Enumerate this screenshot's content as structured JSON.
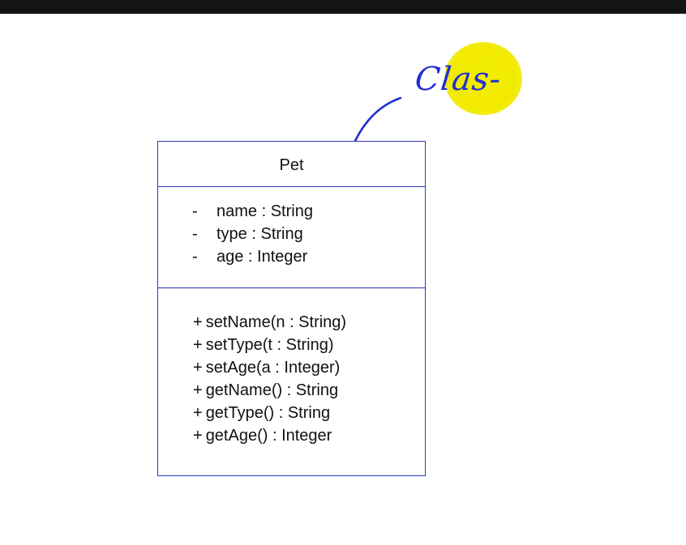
{
  "annotation": {
    "text": "Clas-",
    "color": "#1f2fd0",
    "highlight_color": "#f1ea00"
  },
  "uml_class": {
    "name": "Pet",
    "border_color": "#2b39b8",
    "attributes": [
      {
        "visibility": "-",
        "text": "name : String"
      },
      {
        "visibility": "-",
        "text": "type : String"
      },
      {
        "visibility": "-",
        "text": "age : Integer"
      }
    ],
    "operations": [
      {
        "visibility": "+",
        "text": "setName(n : String)"
      },
      {
        "visibility": "+",
        "text": "setType(t : String)"
      },
      {
        "visibility": "+",
        "text": "setAge(a : Integer)"
      },
      {
        "visibility": "+",
        "text": "getName() : String"
      },
      {
        "visibility": "+",
        "text": "getType() : String"
      },
      {
        "visibility": "+",
        "text": "getAge() : Integer"
      }
    ]
  }
}
